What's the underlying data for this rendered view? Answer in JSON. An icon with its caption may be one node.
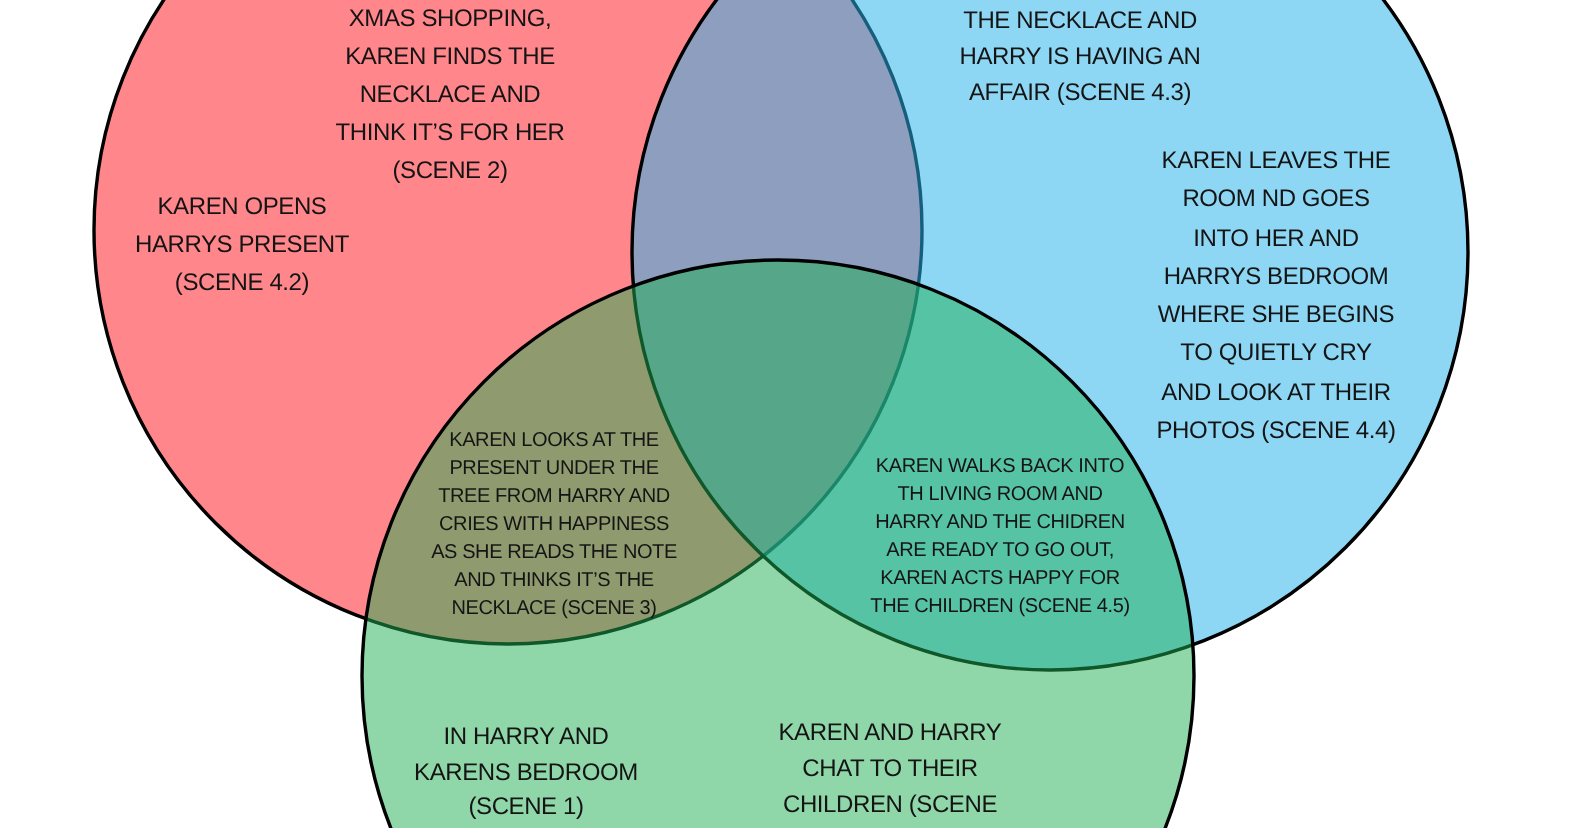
{
  "diagram": {
    "nodes": [
      {
        "text": [
          "XMAS SHOPPING, KAREN FINDS THE NECKLACE AND THINK IT’S FOR HER (SCENE 2)",
          "KAREN OPENS HARRYS PRESENT (SCENE 4.2)"
        ]
      },
      {
        "text": [
          "THE NECKLACE AND HARRY IS HAVING AN AFFAIR (SCENE 4.3)",
          "KAREN LEAVES THE ROOM ND GOES INTO HER AND HARRYS BEDROOM WHERE SHE BEGINS TO QUIETLY CRY AND LOOK AT THEIR PHOTOS (SCENE 4.4)"
        ]
      },
      {
        "text": [
          "IN HARRY AND KARENS BEDROOM (SCENE 1)",
          "KAREN AND HARRY CHAT TO THEIR CHILDREN (SCENE"
        ]
      }
    ],
    "labels": [
      "KAREN LOOKS AT THE PRESENT UNDER THE TREE FROM HARRY AND CRIES WITH HAPPINESS AS SHE READS THE NOTE AND THINKS IT’S THE NECKLACE (SCENE 3)",
      "KAREN WALKS BACK INTO TH LIVING ROOM AND HARRY AND THE CHIDREN ARE READY TO GO OUT, KAREN ACTS HAPPY FOR THE CHILDREN (SCENE 4.5)"
    ]
  }
}
